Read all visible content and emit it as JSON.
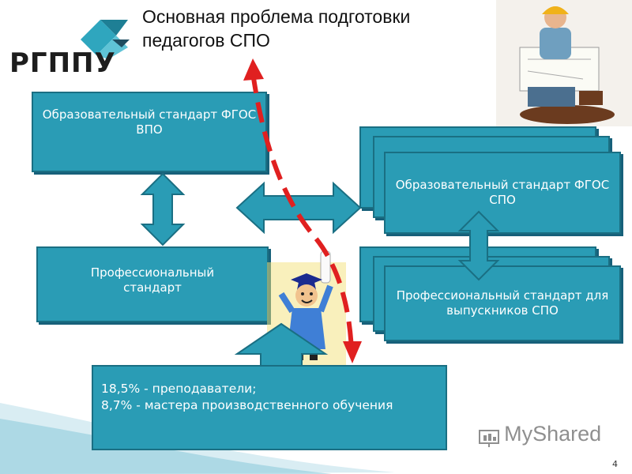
{
  "title": "Основная проблема подготовки педагогов СПО",
  "logo": {
    "text": "РГППУ"
  },
  "boxes": {
    "vpo_standard": "Образовательный стандарт ФГОС ВПО",
    "prof_standard": "Профессиональный стандарт",
    "spo_standard": "Образовательный стандарт ФГОС СПО",
    "spo_prof_standard": "Профессиональный стандарт для выпускников СПО"
  },
  "stats": {
    "line1": "18,5% - преподаватели;",
    "line2": "8,7% - мастера производственного обучения"
  },
  "watermark": "MyShared",
  "page_number": "4",
  "colors": {
    "box_fill": "#2a9cb5",
    "box_border": "#1a6f83",
    "arrow_red": "#e02020",
    "text_white": "#ffffff"
  },
  "icons": [
    "logo-icon",
    "worker-figure",
    "graduate-figure",
    "myshared-icon"
  ]
}
